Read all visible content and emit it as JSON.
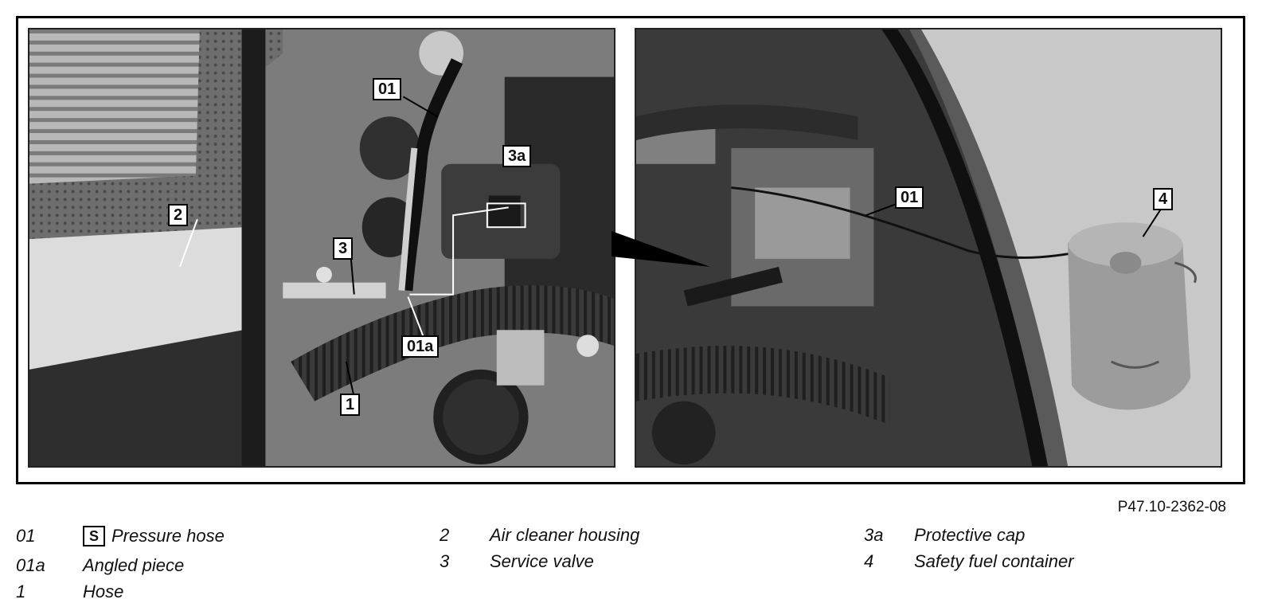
{
  "figure": {
    "reference": "P47.10-2362-08",
    "callouts": {
      "c01_left": "01",
      "c3a": "3a",
      "c2": "2",
      "c3": "3",
      "c01a": "01a",
      "c1": "1",
      "c01_right": "01",
      "c4": "4"
    }
  },
  "legend": {
    "col1": [
      {
        "key": "01",
        "label": "Pressure hose",
        "icon": "special-tool-icon",
        "icon_glyph": "S"
      },
      {
        "key": "01a",
        "label": "Angled piece"
      },
      {
        "key": "1",
        "label": "Hose"
      }
    ],
    "col2": [
      {
        "key": "2",
        "label": "Air cleaner housing"
      },
      {
        "key": "3",
        "label": "Service valve"
      }
    ],
    "col3": [
      {
        "key": "3a",
        "label": "Protective cap"
      },
      {
        "key": "4",
        "label": "Safety fuel container"
      }
    ]
  }
}
